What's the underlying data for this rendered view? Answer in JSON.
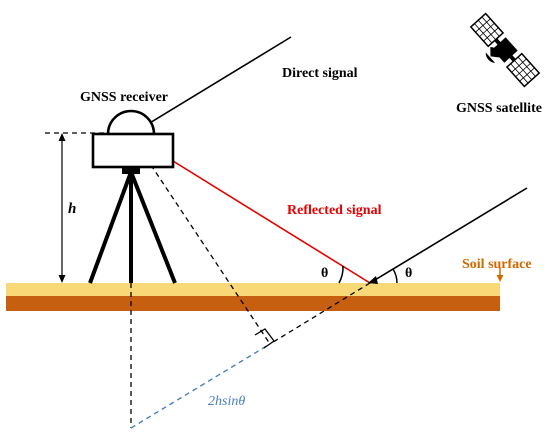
{
  "labels": {
    "direct_signal": "Direct signal",
    "gnss_receiver": "GNSS receiver",
    "gnss_satellite": "GNSS satellite",
    "reflected_signal": "Reflected signal",
    "soil_surface": "Soil surface",
    "height": "h",
    "theta_left": "θ",
    "theta_right": "θ",
    "path_difference": "2hsinθ"
  },
  "colors": {
    "reflected_signal": "#e60000",
    "soil_surface_label": "#d06a00",
    "soil_top": "#f9d977",
    "soil_bottom": "#c75f10",
    "path_difference": "#4a7fbf",
    "lines": "#000000"
  },
  "icons": {
    "satellite": "satellite-icon",
    "receiver": "receiver-icon"
  }
}
